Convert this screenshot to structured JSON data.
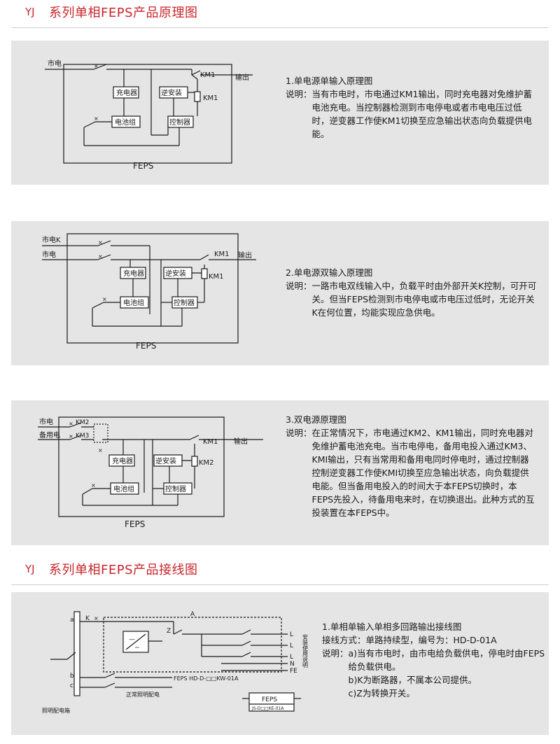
{
  "section1": {
    "brand": "YJ",
    "title": "系列单相FEPS产品原理图"
  },
  "section2": {
    "brand": "YJ",
    "title": "系列单相FEPS产品接线图"
  },
  "d1": {
    "title": "1.单电源单输入原理图",
    "label": "说明：",
    "text": "当有市电时，市电通过KM1输出，同时充电器对免维护蓄电池充电。当控制器检测到市电停电或者市电电压过低时，逆变器工作使KM1切换至应急输出状态向负载提供电能。",
    "mains": "市电",
    "km1": "KM1",
    "km1b": "KM1",
    "output": "输出",
    "charger": "充电器",
    "inverter": "逆安装",
    "battery": "电池组",
    "controller": "控制器",
    "feps": "FEPS"
  },
  "d2": {
    "title": "2.单电源双输入原理图",
    "label": "说明：",
    "text": "一路市电双线输入中，负载平时由外部开关K控制，可开可关。但当FEPS检测到市电停电或市电压过低时，无论开关K在何位置，均能实现应急供电。",
    "mainsK": "市电K",
    "mains": "市电",
    "km1": "KM1",
    "km1b": "KM1",
    "output": "输出",
    "charger": "充电器",
    "inverter": "逆安装",
    "battery": "电池组",
    "controller": "控制器",
    "feps": "FEPS"
  },
  "d3": {
    "title": "3.双电源原理图",
    "label": "说明：",
    "text": "在正常情况下，市电通过KM2、KM1输出，同时充电器对免维护蓄电池充电。当市电停电，备用电投入通过KM3、KMI输出，只有当常用和备用电同时停电时，通过控制器控制逆变器工作使KMI切换至应急输出状态，向负载提供电能。但当备用电投入的时间大于本FEPS切换时，本FEPS先投入，待备用电来时，在切换退出。此种方式的互投装置在本FEPS中。",
    "mains": "市电",
    "backup": "备用电",
    "km2": "KM2",
    "km3": "KM3",
    "km1": "KM1",
    "km2b": "KM2",
    "output": "输出",
    "charger": "充电器",
    "inverter": "逆安装",
    "battery": "电池组",
    "controller": "控制器",
    "feps": "FEPS"
  },
  "d4": {
    "title": "1.单相单输入单相多回路输出接线图",
    "wiring_label": "接线方式：",
    "wiring_text": "单路持续型，编号为：HD-D-01A",
    "label": "说明：",
    "items": [
      "a)当有市电时，由市电给负载供电，停电时由FEPS给负载供电。",
      "b)K为断路器，不属本公司提供。",
      "c)Z为转换开关。"
    ],
    "a": "A",
    "la": "a",
    "lb": "b",
    "lc": "c",
    "k": "K",
    "z": "Z",
    "L1": "L",
    "L2": "L",
    "L3": "L",
    "N": "N",
    "FE": "FE",
    "vertical": "安装使用说明",
    "model": "FEPS HD-D-□□KW-01A",
    "normal": "正常照明配电",
    "box": "照明配电箱",
    "feps": "FEPS",
    "feps_small": "JS-D□□KE-01A"
  }
}
